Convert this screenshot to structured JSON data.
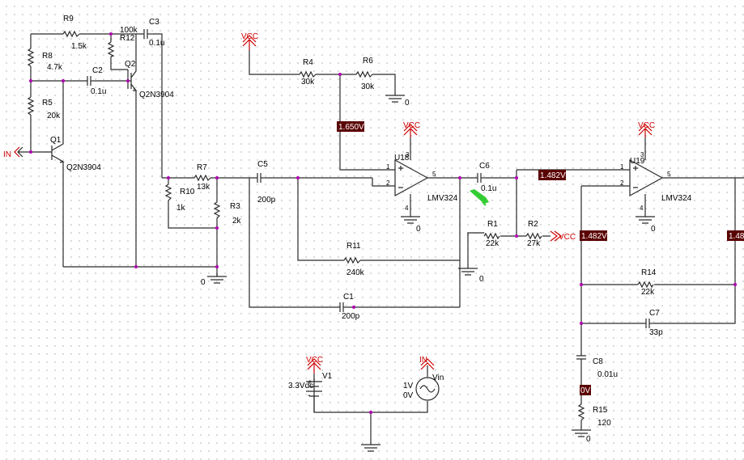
{
  "labels": {
    "r9": "R9",
    "r9_val": "1.5k",
    "r12": "R12",
    "r12_val": "100k",
    "r8": "R8",
    "r8_val": "4.7k",
    "c2": "C2",
    "c2_val": "0.1u",
    "c3": "C3",
    "c3_val": "0.1u",
    "q2": "Q2",
    "q2_model": "Q2N3904",
    "r5": "R5",
    "r5_val": "20k",
    "q1": "Q1",
    "q1_model": "Q2N3904",
    "in_port": "IN",
    "r7": "R7",
    "r7_val": "13k",
    "r10": "R10",
    "r10_val": "1k",
    "r3": "R3",
    "r3_val": "2k",
    "c5": "C5",
    "c5_val": "200p",
    "gnd_left": "0",
    "r11": "R11",
    "r11_val": "240k",
    "c1": "C1",
    "c1_val": "200p",
    "vcc_top": "VCC",
    "r4": "R4",
    "r4_val": "30k",
    "r6": "R6",
    "r6_val": "30k",
    "gnd_r6": "0",
    "u18": "U18",
    "u18_model": "LMV324",
    "vcc_u18": "VCC",
    "gnd_u18": "0",
    "c6": "C6",
    "c6_val": "0.1u",
    "r1": "R1",
    "r1_val": "22k",
    "r2": "R2",
    "r2_val": "27k",
    "vcc_r2": "VCC",
    "gnd_r1": "0",
    "u19": "U19",
    "u19_model": "LMV324",
    "vcc_u19": "VCC",
    "gnd_u19": "0",
    "r14": "R14",
    "r14_val": "22k",
    "c7": "C7",
    "c7_val": "33p",
    "c8": "C8",
    "c8_val": "0.01u",
    "r15": "R15",
    "r15_val": "120",
    "gnd_r15": "0",
    "vcc_v1": "VCC",
    "v1": "V1",
    "v1_val": "3.3Vdc",
    "in_vin": "IN",
    "vin": "Vin",
    "vin_v1": "1V",
    "vin_v2": "0V",
    "pin1": "1",
    "pin2": "2",
    "pin4": "4",
    "pin5": "5",
    "pin3": "3",
    "pin1b": "1",
    "pin2b": "2",
    "pin4b": "4",
    "pin5b": "5",
    "pin3b": "3",
    "plus": "+",
    "minus": "-"
  },
  "probes": {
    "p_1650": "1.650V",
    "p_1482a": "1.482V",
    "p_1482b": "1.482V",
    "p_148_right": "1.48",
    "p_0v": "0V"
  },
  "colors": {
    "wire": "#2b2b2b",
    "power": "#cc0000",
    "junction": "#b000b0",
    "probe": "#5a0000",
    "probe_text": "#ffffff",
    "cursor": "#33cc33"
  },
  "icons": {
    "cursor": "green-pen-cursor-icon"
  }
}
